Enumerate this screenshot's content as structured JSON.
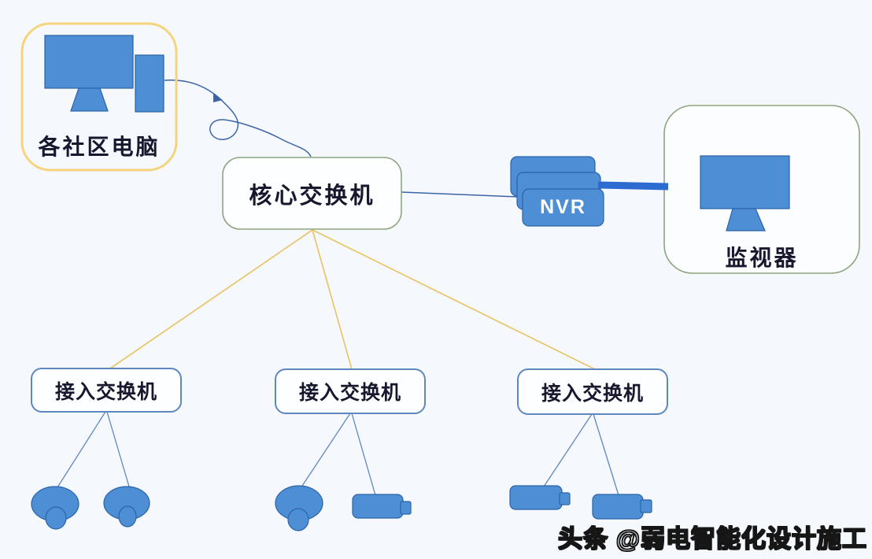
{
  "diagram": {
    "nodes": {
      "community_pc": {
        "label": "各社区电脑"
      },
      "core_switch": {
        "label": "核心交换机"
      },
      "nvr": {
        "label": "NVR"
      },
      "monitor": {
        "label": "监视器"
      },
      "access_switch_1": {
        "label": "接入交换机"
      },
      "access_switch_2": {
        "label": "接入交换机"
      },
      "access_switch_3": {
        "label": "接入交换机"
      }
    },
    "icons": {
      "community_pc": "desktop-computer-icon",
      "nvr": "nvr-stack-icon",
      "monitor": "monitor-icon",
      "access_switch_1_children": [
        "dome-camera-icon",
        "dome-camera-icon"
      ],
      "access_switch_2_children": [
        "dome-camera-icon",
        "bullet-camera-icon"
      ],
      "access_switch_3_children": [
        "bullet-camera-icon",
        "bullet-camera-icon"
      ]
    },
    "connections": [
      {
        "from": "community_pc",
        "to": "core_switch",
        "style": "curved-blue-cable-with-arrow"
      },
      {
        "from": "core_switch",
        "to": "nvr",
        "style": "thin-blue"
      },
      {
        "from": "nvr",
        "to": "monitor",
        "style": "thick-blue"
      },
      {
        "from": "core_switch",
        "to": "access_switch_1",
        "style": "yellow"
      },
      {
        "from": "core_switch",
        "to": "access_switch_2",
        "style": "yellow"
      },
      {
        "from": "core_switch",
        "to": "access_switch_3",
        "style": "yellow"
      },
      {
        "from": "access_switch_1",
        "to": "dome_camera_1",
        "style": "thin-blue"
      },
      {
        "from": "access_switch_1",
        "to": "dome_camera_2",
        "style": "thin-blue"
      },
      {
        "from": "access_switch_2",
        "to": "dome_camera_3",
        "style": "thin-blue"
      },
      {
        "from": "access_switch_2",
        "to": "bullet_camera_1",
        "style": "thin-blue"
      },
      {
        "from": "access_switch_3",
        "to": "bullet_camera_2",
        "style": "thin-blue"
      },
      {
        "from": "access_switch_3",
        "to": "bullet_camera_3",
        "style": "thin-blue"
      }
    ],
    "watermark": "头条 @弱电智能化设计施工",
    "colors": {
      "background": "#f5f9fd",
      "device_blue": "#4d8ed5",
      "device_stroke": "#2c63a8",
      "link_blue": "#3c64a6",
      "link_thick_blue": "#2e6bd0",
      "link_yellow": "#e9c469",
      "border_yellow": "#f5d47e",
      "border_green": "#8fa57d",
      "border_access_blue": "#5e87c2",
      "label_text": "#17172e",
      "nvr_text": "#ffffff",
      "watermark_fill": "#ffffff",
      "watermark_outline": "#161616"
    }
  }
}
